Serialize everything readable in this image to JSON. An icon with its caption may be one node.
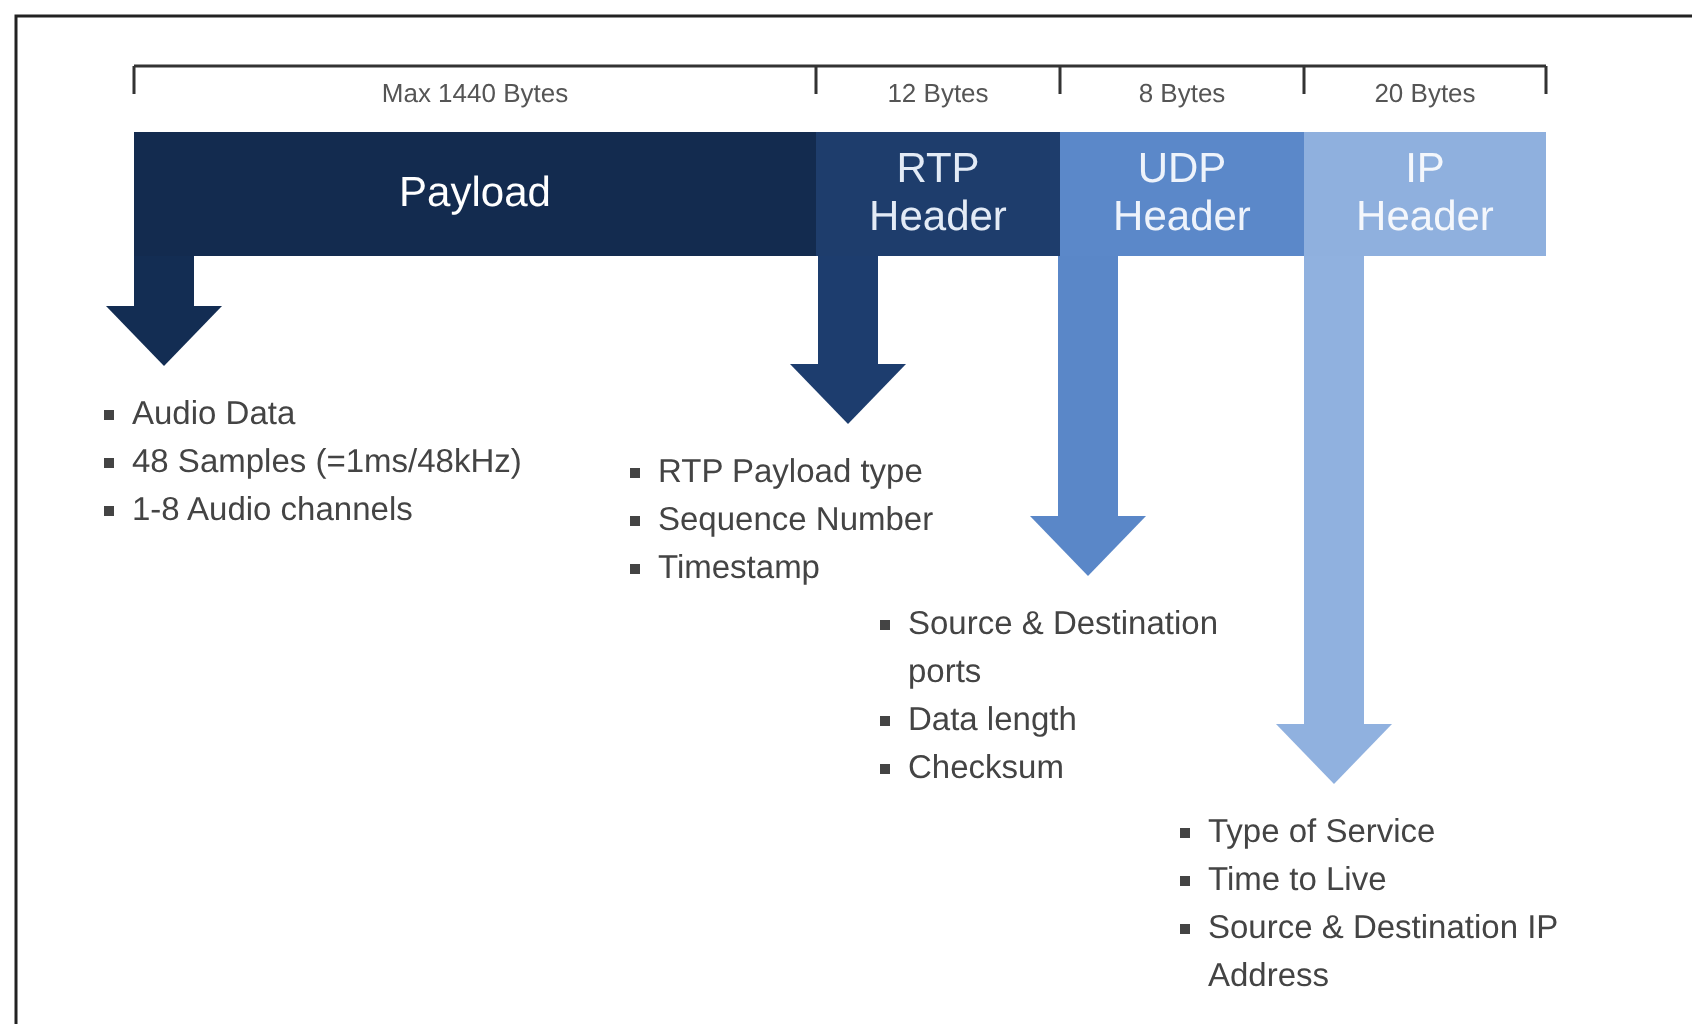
{
  "diagram": {
    "nodes": [
      {
        "text": [
          "Payload"
        ],
        "beside": [
          "Max 1440 Bytes"
        ]
      },
      {
        "text": [
          "RTP Header"
        ],
        "beside": [
          "12 Bytes"
        ]
      },
      {
        "text": [
          "UDP Header"
        ],
        "beside": [
          "8 Bytes"
        ]
      },
      {
        "text": [
          "IP Header"
        ],
        "beside": [
          "20 Bytes"
        ]
      },
      {
        "text": [
          "Audio Data",
          "48 Samples (=1ms/48kHz)",
          "1-8 Audio channels"
        ]
      },
      {
        "text": [
          "RTP Payload type",
          "Sequence Number",
          "Timestamp"
        ]
      },
      {
        "text": [
          "Source & Destination ports",
          "Data length",
          "Checksum"
        ]
      },
      {
        "text": [
          "Type of Service",
          "Time to Live",
          "Source & Destination IP Address"
        ]
      }
    ],
    "edges": [
      {
        "from": 0,
        "to": 4,
        "arrow": "to",
        "color": "#132d53"
      },
      {
        "from": 1,
        "to": 5,
        "arrow": "to",
        "color": "#1d3d6e"
      },
      {
        "from": 2,
        "to": 6,
        "arrow": "to",
        "color": "#5a87c8"
      },
      {
        "from": 3,
        "to": 7,
        "arrow": "to",
        "color": "#90b1df"
      }
    ]
  }
}
